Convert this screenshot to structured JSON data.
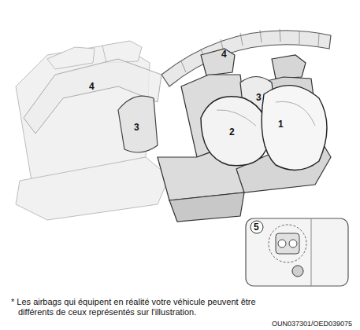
{
  "diagram": {
    "caption": "* Les airbags qui équipent en réalité votre véhicule peuvent être différents de ceux représentés sur l'illustration.",
    "labels": [
      "1",
      "2",
      "3",
      "3",
      "4",
      "4",
      "5",
      "OUN037301/OED039075"
    ]
  }
}
